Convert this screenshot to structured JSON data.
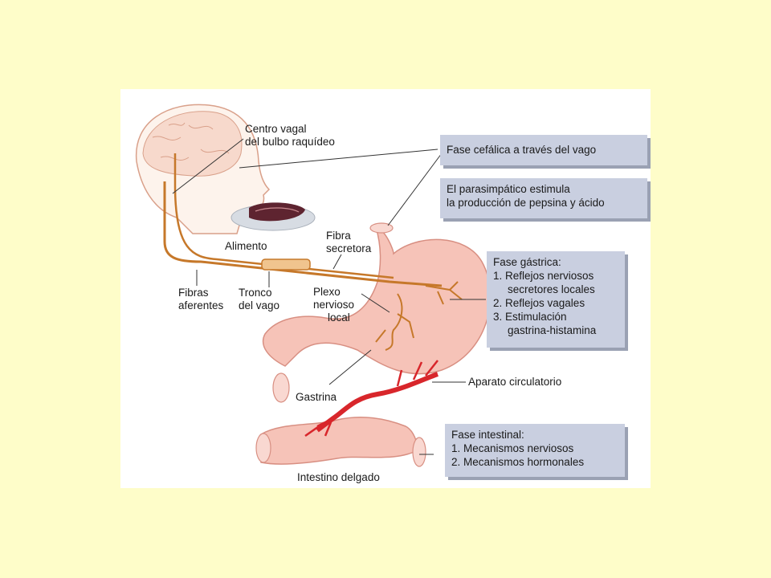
{
  "labels": {
    "centro_line1": "Centro vagal",
    "centro_line2": "del bulbo raquídeo",
    "alimento": "Alimento",
    "fibra_line1": "Fibra",
    "fibra_line2": "secretora",
    "fibras_line1": "Fibras",
    "fibras_line2": "aferentes",
    "tronco_line1": "Tronco",
    "tronco_line2": "del vago",
    "plexo_line1": "Plexo",
    "plexo_line2": "nervioso",
    "plexo_line3": "local",
    "gastrina": "Gastrina",
    "aparato": "Aparato circulatorio",
    "intestino": "Intestino delgado"
  },
  "boxes": {
    "cefalica": "Fase cefálica a través del vago",
    "parasimpatico_line1": "El parasimpático estimula",
    "parasimpatico_line2": "la producción de pepsina y ácido",
    "gastrica_title": "Fase gástrica:",
    "gastrica_item1_line1": "1. Reflejos nerviosos",
    "gastrica_item1_line2": "secretores locales",
    "gastrica_item2": "2. Reflejos vagales",
    "gastrica_item3_line1": "3. Estimulación",
    "gastrica_item3_line2": "gastrina-histamina",
    "intestinal_title": "Fase intestinal:",
    "intestinal_item1": "1. Mecanismos nerviosos",
    "intestinal_item2": "2. Mecanismos hormonales"
  },
  "colors": {
    "background": "#fefdc9",
    "nerve": "#c6782a",
    "blood": "#d8262b",
    "organ": "#f4b7ae",
    "box": "#c9cfe0"
  }
}
